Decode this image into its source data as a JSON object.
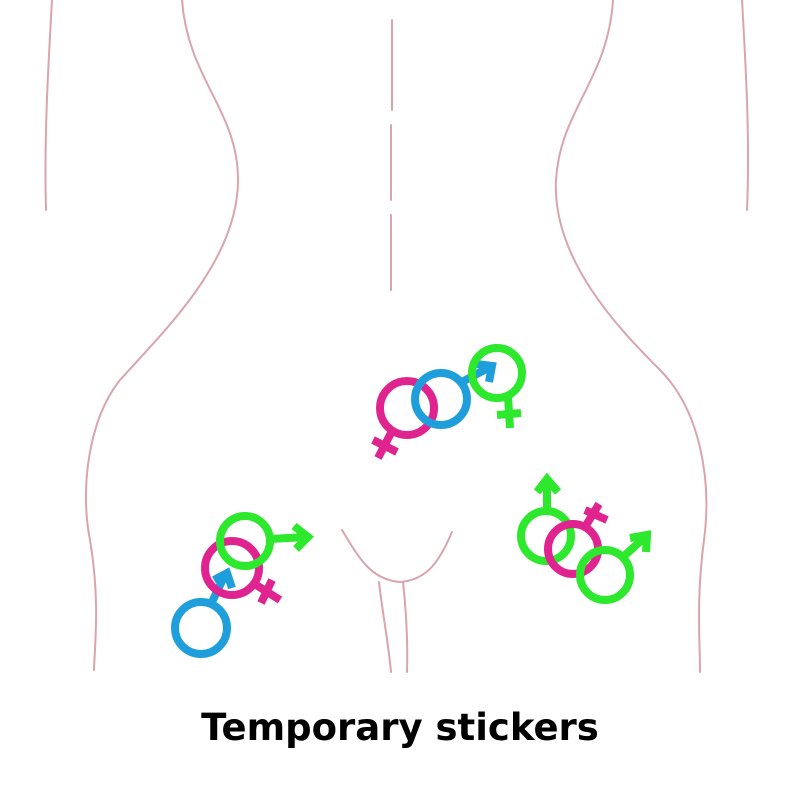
{
  "caption": "Temporary stickers",
  "colors": {
    "outline": "#d9a4ad",
    "magenta": "#e0248f",
    "blue": "#1e9fdc",
    "green": "#2ee82e",
    "text": "#000000"
  },
  "illustration": {
    "subject": "body-outline-lower-back",
    "sticker_groups": [
      {
        "name": "top-group",
        "symbols": [
          "female-symbol",
          "male-symbol",
          "female-symbol"
        ]
      },
      {
        "name": "left-group",
        "symbols": [
          "male-symbol",
          "female-symbol",
          "male-symbol"
        ]
      },
      {
        "name": "right-group",
        "symbols": [
          "male-symbol",
          "female-symbol",
          "male-symbol"
        ]
      }
    ]
  }
}
